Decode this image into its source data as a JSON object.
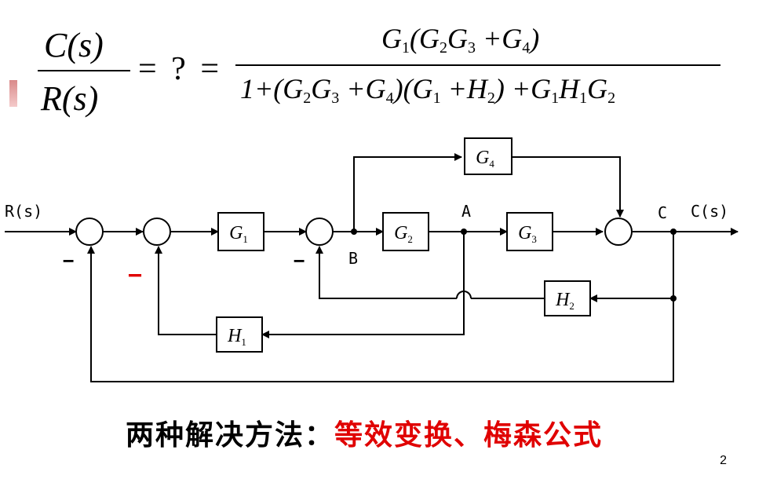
{
  "equation": {
    "lhs_num": "C(s)",
    "lhs_den": "R(s)",
    "equals": "= ? =",
    "rhs_num_parts": [
      "G",
      "1",
      "(G",
      "2",
      "G",
      "3",
      " +G",
      "4",
      ")"
    ],
    "rhs_den_parts": [
      "1+(G",
      "2",
      "G",
      "3",
      " +G",
      "4",
      ")(G",
      "1",
      " +H",
      "2",
      ") +G",
      "1",
      "H",
      "1",
      "G",
      "2",
      ""
    ]
  },
  "diagram": {
    "input_label": "R(s)",
    "output_label": "C(s)",
    "node_a": "A",
    "node_b": "B",
    "node_c": "C",
    "blocks": {
      "g1": {
        "main": "G",
        "sub": "1"
      },
      "g2": {
        "main": "G",
        "sub": "2"
      },
      "g3": {
        "main": "G",
        "sub": "3"
      },
      "g4": {
        "main": "G",
        "sub": "4"
      },
      "h1": {
        "main": "H",
        "sub": "1"
      },
      "h2": {
        "main": "H",
        "sub": "2"
      }
    },
    "sign_minus": "−",
    "accent_color": "#e00000"
  },
  "footer": {
    "label": "两种解决方法：",
    "methods": "等效变换、梅森公式"
  },
  "page_number": "2"
}
